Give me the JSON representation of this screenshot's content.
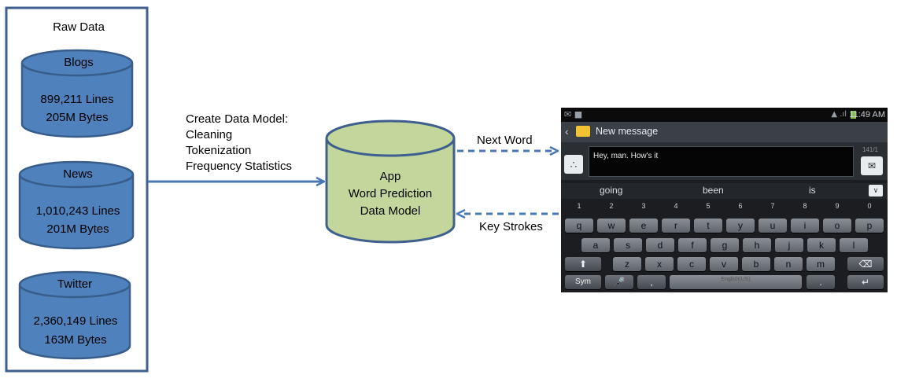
{
  "raw_data": {
    "title": "Raw Data",
    "sources": [
      {
        "name": "Blogs",
        "lines": "899,211 Lines",
        "bytes": "205M Bytes"
      },
      {
        "name": "News",
        "lines": "1,010,243 Lines",
        "bytes": "201M Bytes"
      },
      {
        "name": "Twitter",
        "lines": "2,360,149 Lines",
        "bytes": "163M Bytes"
      }
    ]
  },
  "process": {
    "lines": [
      "Create Data Model:",
      "Cleaning",
      "Tokenization",
      "Frequency Statistics"
    ]
  },
  "model": {
    "lines": [
      "App",
      "Word Prediction",
      "Data Model"
    ]
  },
  "arrows": {
    "next_word": "Next Word",
    "key_strokes": "Key Strokes"
  },
  "phone": {
    "time": "11:49 AM",
    "title": "New message",
    "message": "Hey, man. How's it",
    "counter": "141/1",
    "suggestions": [
      "going",
      "been",
      "is"
    ],
    "numbers": [
      "1",
      "2",
      "3",
      "4",
      "5",
      "6",
      "7",
      "8",
      "9",
      "0"
    ],
    "row1": [
      "q",
      "w",
      "e",
      "r",
      "t",
      "y",
      "u",
      "i",
      "o",
      "p"
    ],
    "row2": [
      "a",
      "s",
      "d",
      "f",
      "g",
      "h",
      "j",
      "k",
      "l"
    ],
    "row3": [
      "z",
      "x",
      "c",
      "v",
      "b",
      "n",
      "m"
    ],
    "sym": "Sym",
    "comma": ",",
    "period": ".",
    "space_label": "English(US)"
  },
  "colors": {
    "box_border": "#3f5f8f",
    "cylinder_blue": "#4f81bd",
    "cylinder_green": "#c3d69b",
    "arrow": "#4a78b4"
  }
}
